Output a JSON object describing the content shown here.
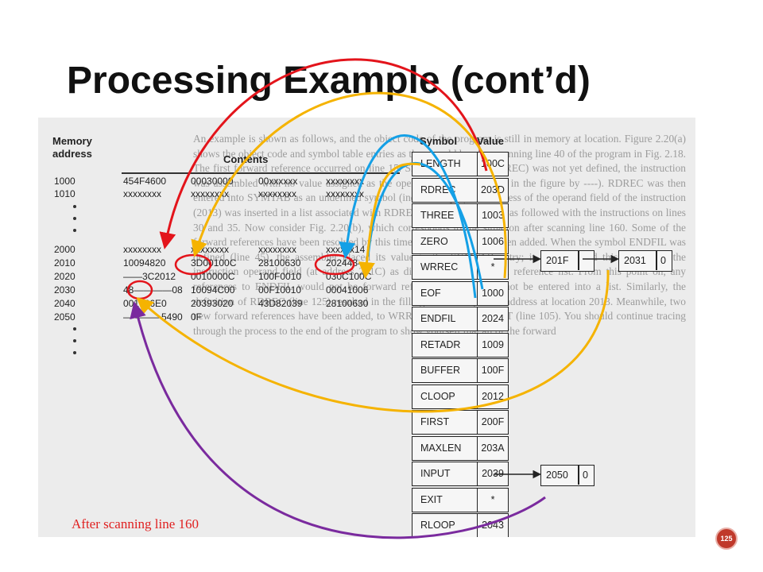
{
  "title": "Processing Example (cont’d)",
  "caption": "After  scanning line 160",
  "page_number": "125",
  "headers": {
    "memory_address": [
      "Memory",
      "address"
    ],
    "contents": "Contents",
    "symbol": "Symbol",
    "value": "Value"
  },
  "memory": [
    {
      "address": "1000",
      "contents": [
        "454F4600",
        "00030000",
        "00xxxxxx",
        "xxxxxxxx"
      ]
    },
    {
      "address": "1010",
      "contents": [
        "xxxxxxxx",
        "xxxxxxxx",
        "xxxxxxxx",
        "xxxxxxxx"
      ]
    },
    {
      "address": "2000",
      "contents": [
        "xxxxxxxx",
        "xxxxxxxx",
        "xxxxxxxx",
        "xxxxxx14"
      ]
    },
    {
      "address": "2010",
      "contents": [
        "10094820",
        "3D00100C",
        "28100630",
        "202448—"
      ]
    },
    {
      "address": "2020",
      "contents": [
        "——3C2012",
        "0010000C",
        "100F0010",
        "030C100C"
      ]
    },
    {
      "address": "2030",
      "contents": [
        "48————08",
        "10094C00",
        "00F10010",
        "00041006"
      ]
    },
    {
      "address": "2040",
      "contents": [
        "001006E0",
        "20393020",
        "43D82039",
        "28100630"
      ]
    },
    {
      "address": "2050",
      "contents": [
        "————5490",
        "0F",
        "",
        ""
      ]
    }
  ],
  "symbols": [
    {
      "name": "LENGTH",
      "value": "100C"
    },
    {
      "name": "RDREC",
      "value": "203D"
    },
    {
      "name": "THREE",
      "value": "1003"
    },
    {
      "name": "ZERO",
      "value": "1006"
    },
    {
      "name": "WRREC",
      "value": "*"
    },
    {
      "name": "EOF",
      "value": "1000"
    },
    {
      "name": "ENDFIL",
      "value": "2024"
    },
    {
      "name": "RETADR",
      "value": "1009"
    },
    {
      "name": "BUFFER",
      "value": "100F"
    },
    {
      "name": "CLOOP",
      "value": "2012"
    },
    {
      "name": "FIRST",
      "value": "200F"
    },
    {
      "name": "MAXLEN",
      "value": "203A"
    },
    {
      "name": "INPUT",
      "value": "2039"
    },
    {
      "name": "EXIT",
      "value": "*"
    },
    {
      "name": "RLOOP",
      "value": "2043"
    }
  ],
  "forward_refs": {
    "wrrec": [
      {
        "address": "201F",
        "link": ""
      },
      {
        "address": "2031",
        "link": "0"
      }
    ],
    "exit": [
      {
        "address": "2050",
        "link": "0"
      }
    ]
  },
  "background_text": "An example is shown as follows, and the object code of the program is still in memory at location. Figure 2.20(a) shows the object code and symbol table entries as they would be after scanning line 40 of the program in Fig. 2.18. The first forward reference occurred on line 15. Since the operand (RDREC) was not yet defined, the instruction was assembled with no value assigned as the operand address (denoted in the figure by ----). RDREC was then entered into SYMTAB as an undefined symbol (indicated by *); the address of the operand field of the instruction (2013) was inserted in a list associated with RDREC. A similar process was followed with the instructions on lines 30 and 35. Now consider Fig. 2.20(b), which corresponds to the situation after scanning line 160. Some of the forward references have been resolved by this time, while others have been added. When the symbol ENDFIL was defined (line 45), the assembler placed its value in the SYMTAB entry; it then inserted this value into the instruction operand field (at address 201C) as directed by the forward reference list. From this point on, any references to ENDFIL would not be forward references, and would not be entered into a list. Similarly, the definition of RDREC (line 125) resulted in the filling in of the operand address at location 2013. Meanwhile, two new forward references have been added, to WRREC (line 65) and EXIT (line 105). You should continue tracing through the process to the end of the program to show yourself that all of the forward",
  "colors": {
    "red": "#e3141b",
    "blue": "#14a0e6",
    "yellow": "#f5b300",
    "purple": "#7a2a9e",
    "title": "#111111",
    "caption": "#e02020",
    "badge": "#c0392b"
  }
}
